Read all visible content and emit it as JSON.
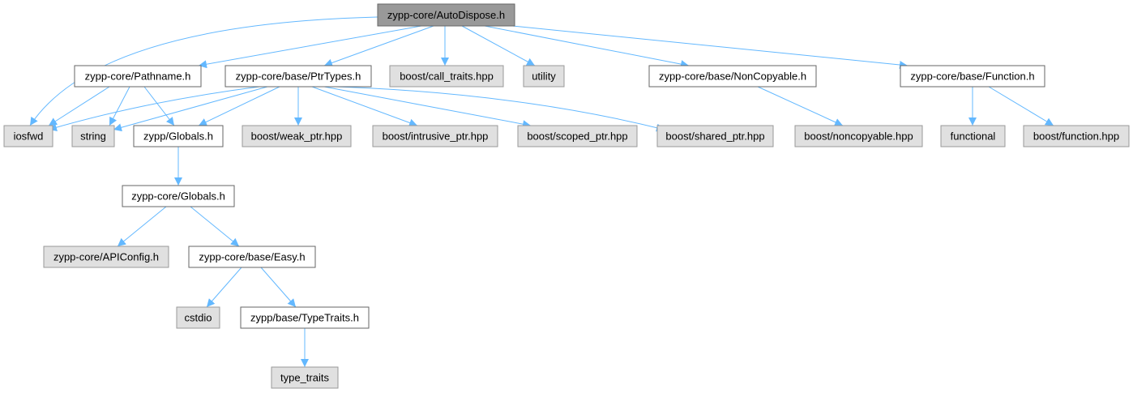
{
  "colors": {
    "edge": "#63b8ff",
    "root_fill": "#999999",
    "system_fill": "#e0e0e0",
    "local_fill": "#ffffff",
    "system_stroke": "#999999",
    "local_stroke": "#666666",
    "text": "#000000"
  },
  "nodes": [
    {
      "id": "n0",
      "label": "zypp-core/AutoDispose.h",
      "kind": "root"
    },
    {
      "id": "n1",
      "label": "iosfwd",
      "kind": "system"
    },
    {
      "id": "n2",
      "label": "zypp-core/Pathname.h",
      "kind": "local"
    },
    {
      "id": "n3",
      "label": "string",
      "kind": "system"
    },
    {
      "id": "n4",
      "label": "zypp/Globals.h",
      "kind": "local"
    },
    {
      "id": "n5",
      "label": "zypp-core/Globals.h",
      "kind": "local"
    },
    {
      "id": "n6",
      "label": "zypp-core/APIConfig.h",
      "kind": "system"
    },
    {
      "id": "n7",
      "label": "zypp-core/base/Easy.h",
      "kind": "local"
    },
    {
      "id": "n8",
      "label": "cstdio",
      "kind": "system"
    },
    {
      "id": "n9",
      "label": "zypp/base/TypeTraits.h",
      "kind": "local"
    },
    {
      "id": "n10",
      "label": "type_traits",
      "kind": "system"
    },
    {
      "id": "n11",
      "label": "zypp-core/base/PtrTypes.h",
      "kind": "local"
    },
    {
      "id": "n12",
      "label": "boost/weak_ptr.hpp",
      "kind": "system"
    },
    {
      "id": "n13",
      "label": "boost/intrusive_ptr.hpp",
      "kind": "system"
    },
    {
      "id": "n14",
      "label": "boost/scoped_ptr.hpp",
      "kind": "system"
    },
    {
      "id": "n15",
      "label": "boost/shared_ptr.hpp",
      "kind": "system"
    },
    {
      "id": "n16",
      "label": "boost/call_traits.hpp",
      "kind": "system"
    },
    {
      "id": "n17",
      "label": "utility",
      "kind": "system"
    },
    {
      "id": "n18",
      "label": "zypp-core/base/NonCopyable.h",
      "kind": "local"
    },
    {
      "id": "n19",
      "label": "boost/noncopyable.hpp",
      "kind": "system"
    },
    {
      "id": "n20",
      "label": "zypp-core/base/Function.h",
      "kind": "local"
    },
    {
      "id": "n21",
      "label": "functional",
      "kind": "system"
    },
    {
      "id": "n22",
      "label": "boost/function.hpp",
      "kind": "system"
    }
  ],
  "edges": [
    [
      "n0",
      "n1"
    ],
    [
      "n0",
      "n2"
    ],
    [
      "n0",
      "n11"
    ],
    [
      "n0",
      "n16"
    ],
    [
      "n0",
      "n17"
    ],
    [
      "n0",
      "n18"
    ],
    [
      "n0",
      "n20"
    ],
    [
      "n2",
      "n1"
    ],
    [
      "n2",
      "n3"
    ],
    [
      "n2",
      "n4"
    ],
    [
      "n4",
      "n5"
    ],
    [
      "n5",
      "n6"
    ],
    [
      "n5",
      "n7"
    ],
    [
      "n7",
      "n8"
    ],
    [
      "n7",
      "n9"
    ],
    [
      "n9",
      "n10"
    ],
    [
      "n11",
      "n1"
    ],
    [
      "n11",
      "n3"
    ],
    [
      "n11",
      "n4"
    ],
    [
      "n11",
      "n12"
    ],
    [
      "n11",
      "n13"
    ],
    [
      "n11",
      "n14"
    ],
    [
      "n11",
      "n15"
    ],
    [
      "n18",
      "n19"
    ],
    [
      "n20",
      "n21"
    ],
    [
      "n20",
      "n22"
    ]
  ]
}
